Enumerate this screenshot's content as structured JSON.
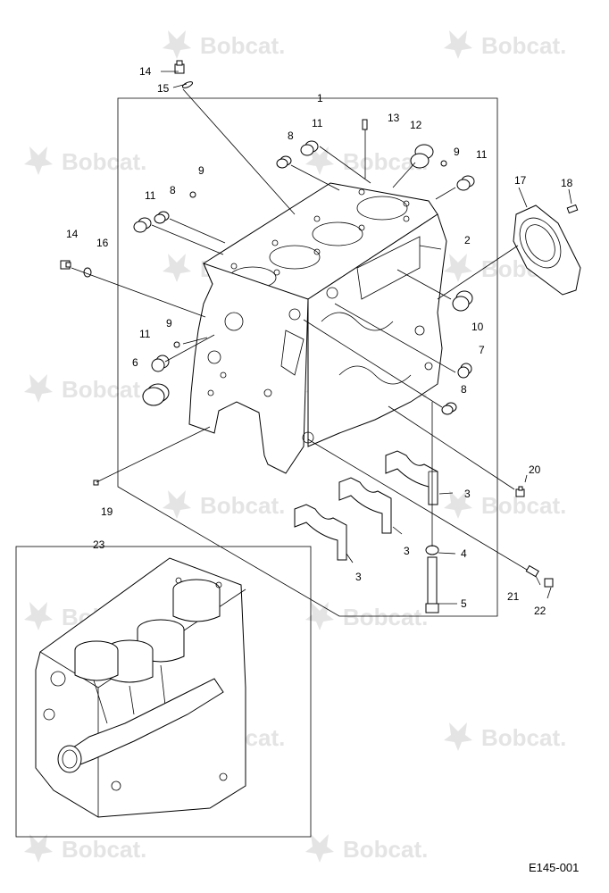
{
  "watermark": {
    "text": "Bobcat."
  },
  "reference_code": "E145-001",
  "callouts": {
    "c1": "1",
    "c2": "2",
    "c3a": "3",
    "c3b": "3",
    "c3c": "3",
    "c4": "4",
    "c5": "5",
    "c6": "6",
    "c7": "7",
    "c8a": "8",
    "c8b": "8",
    "c8c": "8",
    "c9a": "9",
    "c9b": "9",
    "c9c": "9",
    "c10": "10",
    "c11a": "11",
    "c11b": "11",
    "c11c": "11",
    "c11d": "11",
    "c12": "12",
    "c13": "13",
    "c14a": "14",
    "c14b": "14",
    "c15": "15",
    "c16": "16",
    "c17": "17",
    "c18": "18",
    "c19": "19",
    "c20": "20",
    "c21": "21",
    "c22": "22",
    "c23": "23"
  }
}
